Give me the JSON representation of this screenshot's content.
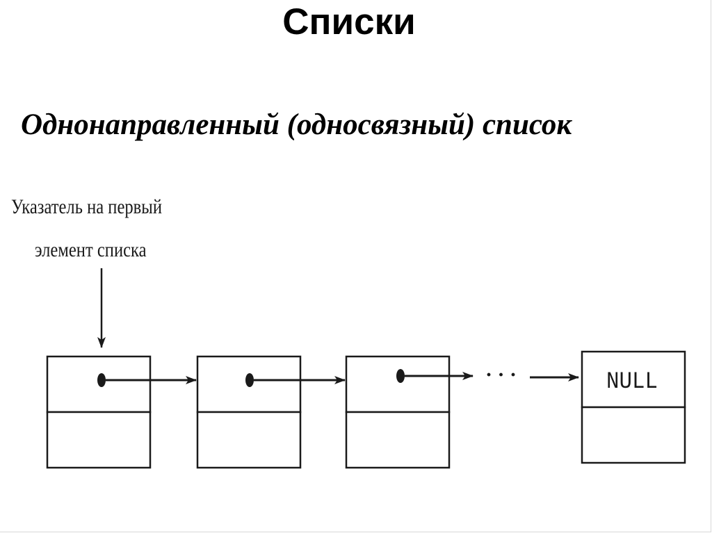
{
  "slide": {
    "title": "Списки",
    "subtitle": "Однонаправленный (односвязный) список"
  },
  "diagram": {
    "pointer_label_line1": "Указатель на первый",
    "pointer_label_line2": "элемент списка",
    "ellipsis": "· · ·",
    "last_node_value": "NULL",
    "node_count": 4,
    "line_color": "#1a1a1a",
    "arrow_color": "#1a1a1a"
  }
}
